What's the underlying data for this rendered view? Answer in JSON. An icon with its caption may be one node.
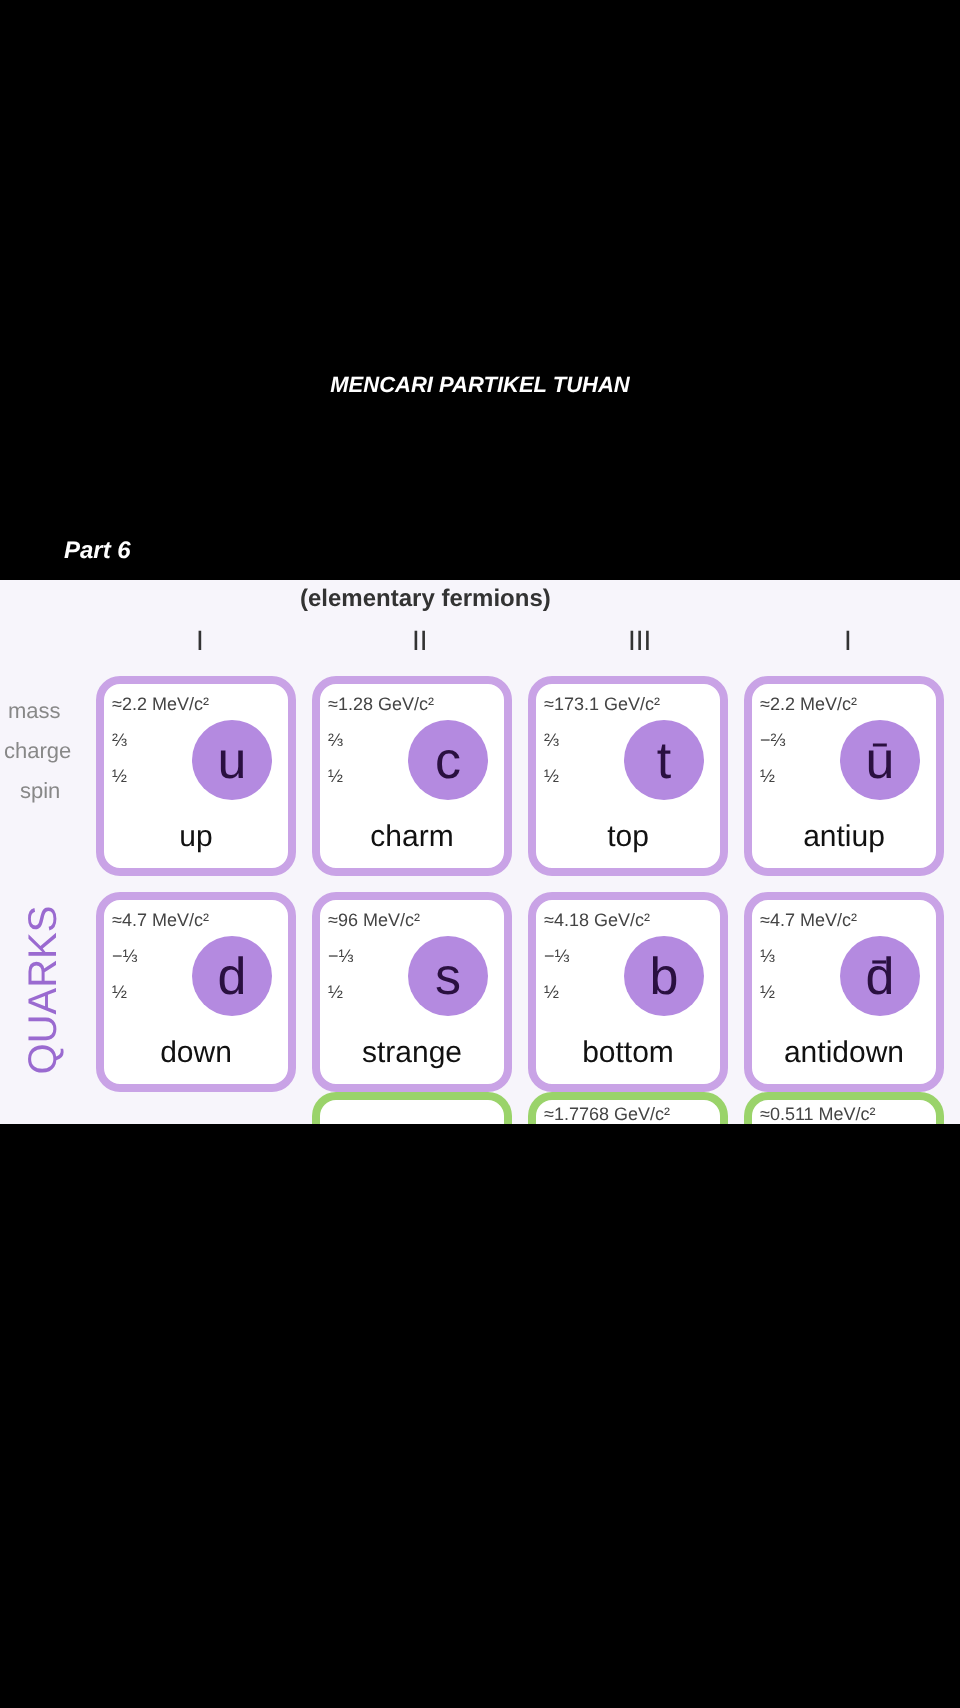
{
  "diagram": {
    "title": "MENCARI PARTIKEL TUHAN",
    "nodes": [
      {
        "text": [
          "≈2.2 MeV/c²",
          "⅔",
          "½",
          "u",
          "up"
        ]
      },
      {
        "text": [
          "≈1.28 GeV/c²",
          "⅔",
          "½",
          "c",
          "charm"
        ]
      },
      {
        "text": [
          "≈173.1 GeV/c²",
          "⅔",
          "½",
          "t",
          "top"
        ]
      },
      {
        "text": [
          "≈2.2 MeV/c²",
          "−⅔",
          "½",
          "ū",
          "antiup"
        ]
      },
      {
        "text": [
          "≈4.7 MeV/c²",
          "−⅓",
          "½",
          "d",
          "down"
        ]
      },
      {
        "text": [
          "≈96 MeV/c²",
          "−⅓",
          "½",
          "s",
          "strange"
        ]
      },
      {
        "text": [
          "≈4.18 GeV/c²",
          "−⅓",
          "½",
          "b",
          "bottom"
        ]
      },
      {
        "text": [
          "≈4.7 MeV/c²",
          "⅓",
          "½",
          "d̄",
          "antidown"
        ]
      },
      {
        "text": [],
        "shape": "box"
      },
      {
        "text": [
          "≈1.7768 GeV/c²"
        ]
      },
      {
        "text": [
          "≈0.511 MeV/c²"
        ]
      }
    ],
    "labels": [
      "Part 6",
      "(elementary fermions)",
      "I",
      "II",
      "III",
      "I",
      "mass",
      "charge",
      "spin",
      "QUARKS"
    ]
  }
}
